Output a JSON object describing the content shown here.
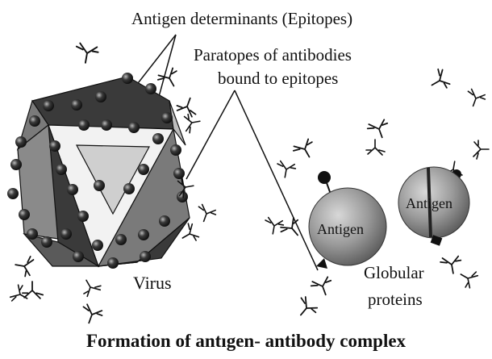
{
  "labels": {
    "epitopes": "Antigen determinants (Epitopes)",
    "paratopes_line1": "Paratopes of antibodies",
    "paratopes_line2": "bound to epitopes",
    "virus": "Virus",
    "antigen_left": "Antigen",
    "antigen_right": "Antigen",
    "globular_line1": "Globular",
    "globular_line2": "proteins",
    "caption": "Formation of antıgen- antibody complex"
  },
  "colors": {
    "ink": "#111111",
    "face_dark": "#3a3a3a",
    "face_mid": "#7a7a7a",
    "face_light": "#bdbdbd",
    "face_white": "#f2f2f2",
    "sphere_fill": "#9a9a9a",
    "bead": "#2a2a2a"
  }
}
